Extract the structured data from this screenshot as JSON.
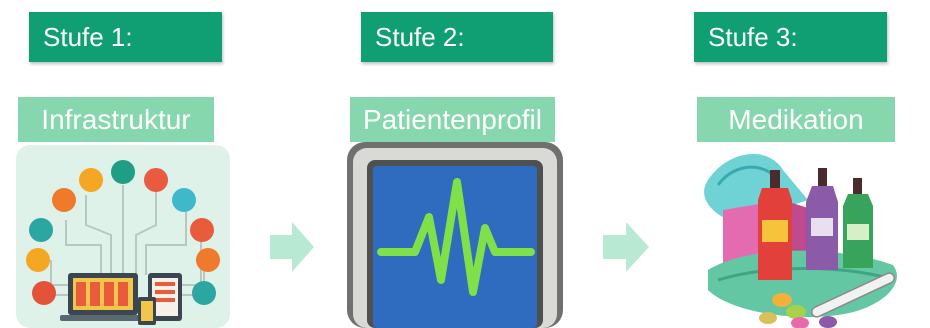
{
  "stages": [
    {
      "header": "Stufe 1:",
      "label": "Infrastruktur",
      "image": "devices-network-illustration"
    },
    {
      "header": "Stufe 2:",
      "label": "Patientenprofil",
      "image": "heart-monitor-illustration"
    },
    {
      "header": "Stufe 3:",
      "label": "Medikation",
      "image": "medication-illustration"
    }
  ],
  "colors": {
    "header_bg": "#0f9f73",
    "label_bg": "#86d7ad",
    "arrow": "#b8ead3",
    "monitor_screen": "#2f6bbf",
    "pulse_line": "#7fe04a"
  }
}
